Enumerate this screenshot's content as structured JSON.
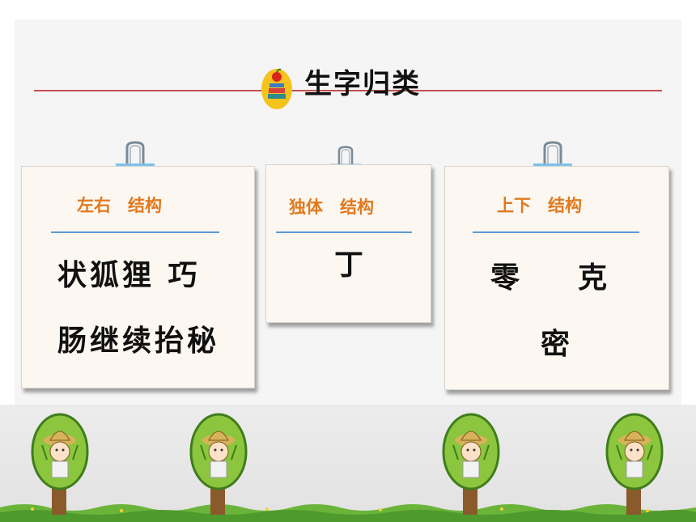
{
  "title": "生字归类",
  "cards": [
    {
      "heading": "左右　结构",
      "rows": [
        "状狐狸 巧",
        "肠继续抬秘"
      ]
    },
    {
      "heading": "独体　结构",
      "rows": [
        "丁"
      ]
    },
    {
      "heading": "上下　结构",
      "rows": [
        "零　　克",
        "密"
      ]
    }
  ],
  "colors": {
    "accent": "#c0504d",
    "heading": "#e07a1f",
    "rule": "#5b9bd5",
    "card": "#fdf7f1"
  }
}
